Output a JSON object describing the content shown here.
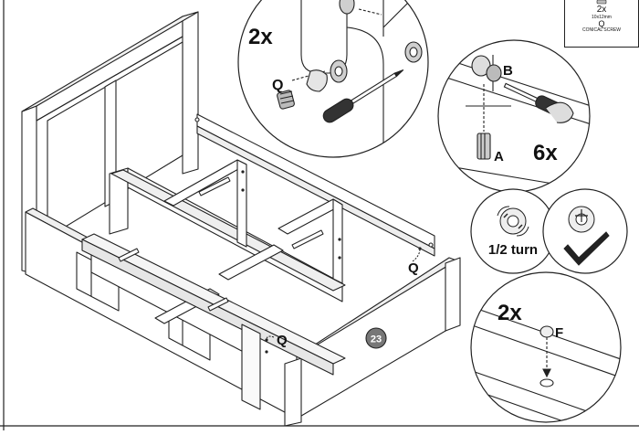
{
  "labels": {
    "inset_top_qty": "2x",
    "inset_top_part": "Q",
    "inset_cam_part_b": "B",
    "inset_cam_part_a": "A",
    "inset_cam_qty": "6x",
    "half_turn_text": "1/2 turn",
    "inset_bottom_qty": "2x",
    "inset_bottom_part": "F",
    "main_part_q_1": "Q",
    "main_part_q_2": "Q",
    "step_number": "23"
  },
  "hardware_box": {
    "qty": "2x",
    "size": "10x12mm",
    "code": "Q",
    "name": "CONICAL SCREW"
  }
}
